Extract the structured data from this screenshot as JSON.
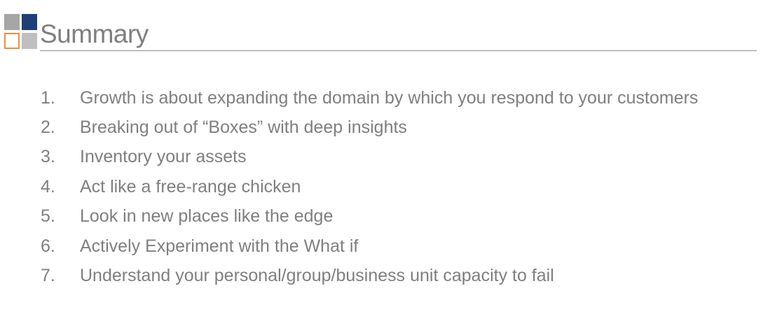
{
  "slide": {
    "title": "Summary",
    "items": [
      {
        "number": "1.",
        "text": "Growth is about expanding the domain by which you respond to your customers"
      },
      {
        "number": "2.",
        "text": "Breaking out of “Boxes” with deep insights"
      },
      {
        "number": "3.",
        "text": "Inventory your assets"
      },
      {
        "number": "4.",
        "text": "Act like a free-range chicken"
      },
      {
        "number": "5.",
        "text": "Look in new places like the edge"
      },
      {
        "number": "6.",
        "text": "Actively Experiment with the What if"
      },
      {
        "number": "7.",
        "text": "Understand your personal/group/business unit capacity to fail"
      }
    ]
  },
  "colors": {
    "text": "#7f7f7f",
    "logo_gray": "#a6a6a6",
    "logo_navy": "#1f3f76",
    "logo_orange": "#ed8f3a",
    "logo_light_gray": "#bfbfbf"
  }
}
